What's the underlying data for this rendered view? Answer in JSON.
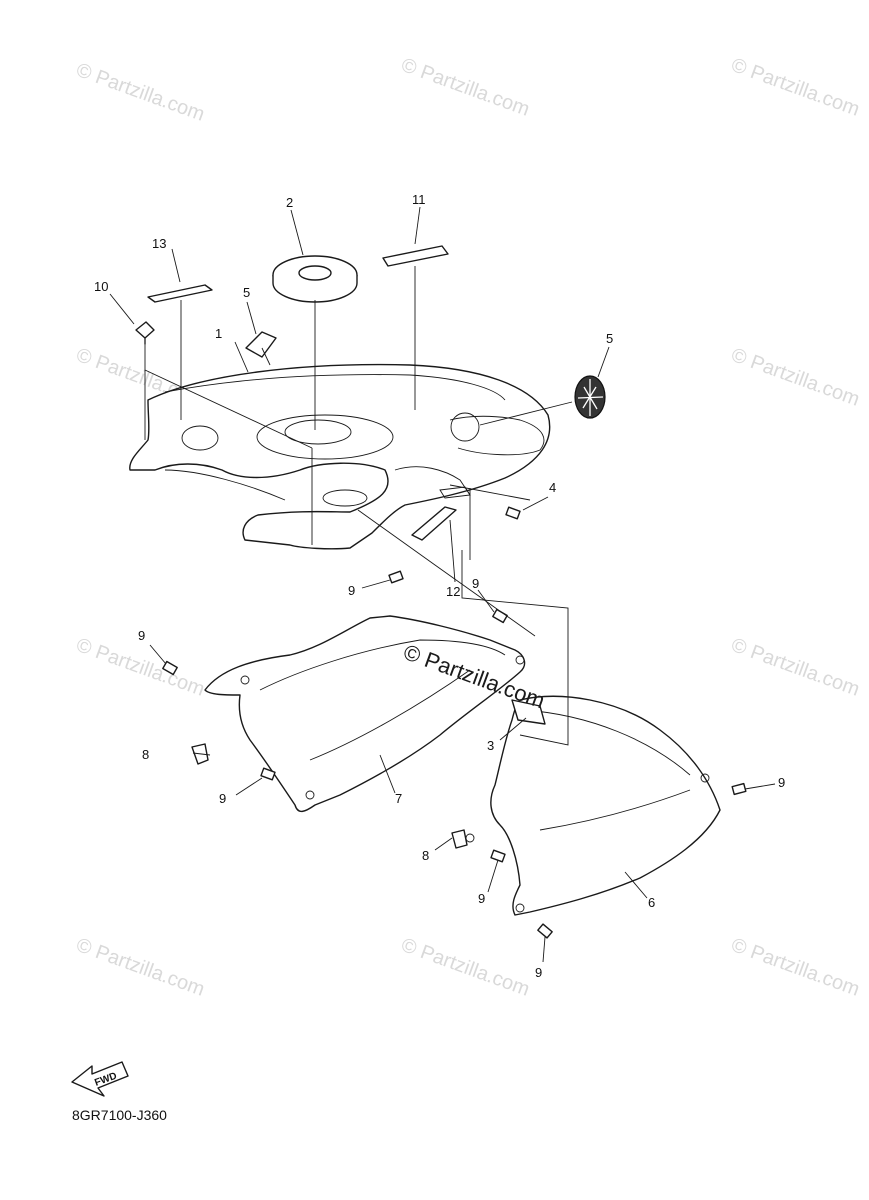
{
  "watermark": "© Partzilla.com",
  "center_watermark": "© Partzilla.com",
  "diagram_code": "8GR7100-J360",
  "fwd_label": "FWD",
  "callouts": [
    "1",
    "2",
    "3",
    "4",
    "5",
    "5",
    "6",
    "7",
    "8",
    "8",
    "9",
    "9",
    "9",
    "9",
    "9",
    "9",
    "9",
    "10",
    "11",
    "12",
    "13"
  ]
}
